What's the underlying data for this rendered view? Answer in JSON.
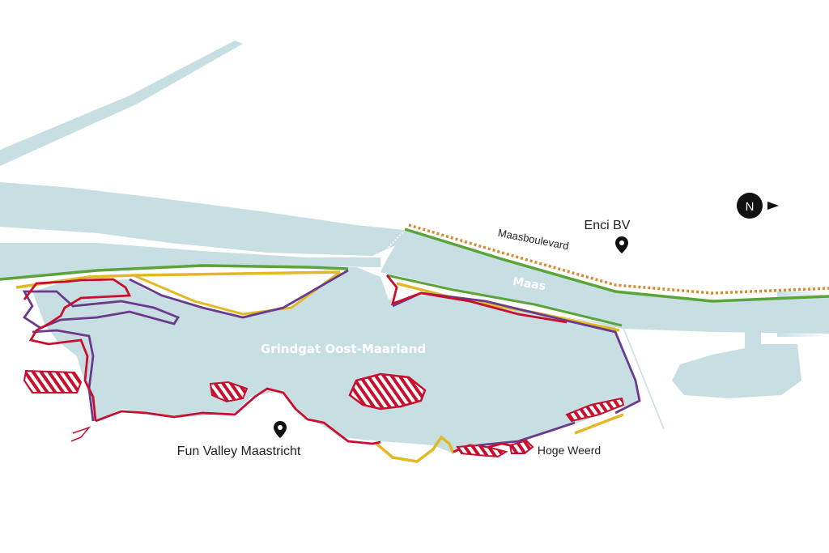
{
  "map": {
    "labels": {
      "lake": "Grindgat Oost-Maarland",
      "river": "Maas",
      "road": "Maasboulevard",
      "enci": "Enci BV",
      "fun_valley": "Fun Valley Maastricht",
      "hoge_weerd": "Hoge Weerd"
    },
    "north": {
      "letter": "N"
    },
    "colors": {
      "water": "#c7dfe3",
      "route_red": "#c8102e",
      "route_purple": "#6b3a8c",
      "route_yellow": "#e2b824",
      "route_green": "#5aa43a",
      "route_orange_dotted": "#d9892e",
      "marker": "#111111"
    },
    "icons": [
      "map-pin-icon",
      "north-arrow-icon"
    ]
  }
}
